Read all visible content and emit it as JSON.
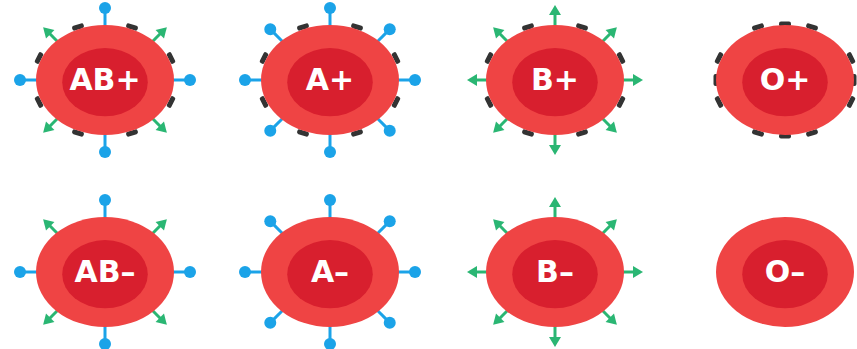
{
  "diagram": {
    "nodes": [
      {
        "text": [
          "AB+"
        ]
      },
      {
        "text": [
          "A+"
        ]
      },
      {
        "text": [
          "B+"
        ]
      },
      {
        "text": [
          "O+"
        ]
      },
      {
        "text": [
          "AB–"
        ]
      },
      {
        "text": [
          "A–"
        ]
      },
      {
        "text": [
          "B–"
        ]
      },
      {
        "text": [
          "O–"
        ]
      }
    ]
  }
}
